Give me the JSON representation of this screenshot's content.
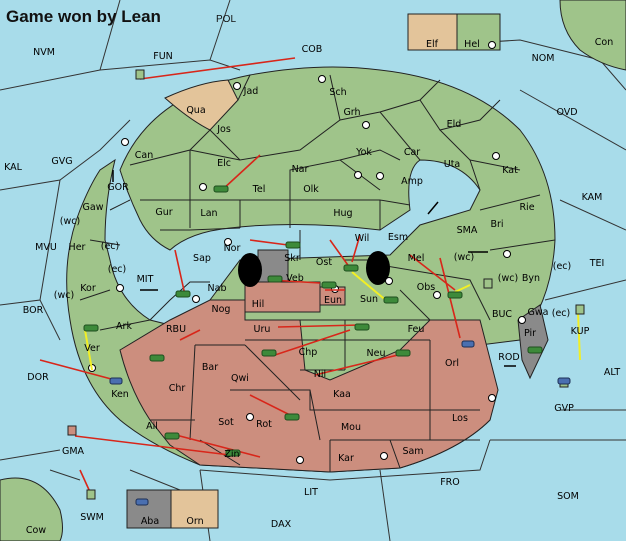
{
  "title": "Game won by Lean",
  "title_suffix": "POL",
  "colors": {
    "sea": "#a8dcea",
    "land_green": "#9fc48a",
    "land_red": "#cc8e7e",
    "land_tan": "#e3c49a",
    "land_grey": "#8a8a8a",
    "order_move": "#d8261a",
    "order_support": "#f2ef24"
  },
  "legend": {
    "elf": "Elf",
    "hel": "Hel",
    "aba": "Aba",
    "orn": "Orn"
  },
  "sea_regions": {
    "nvm": "NVM",
    "fun": "FUN",
    "cob": "COB",
    "nom": "NOM",
    "con": "Con",
    "ovd": "OVD",
    "kal": "KAL",
    "gvg": "GVG",
    "gor": "GOR",
    "kam": "KAM",
    "sma": "SMA",
    "mvu": "MVU",
    "mit": "MIT",
    "tei": "TEI",
    "bor": "BOR",
    "rbu": "RBU",
    "buc": "BUC",
    "kup": "KUP",
    "dor": "DOR",
    "rod": "ROD",
    "alt": "ALT",
    "gvp": "GVP",
    "gma": "GMA",
    "fro": "FRO",
    "som": "SOM",
    "swm": "SWM",
    "lit": "LIT",
    "dax": "DAX",
    "cow": "Cow",
    "wc1": "(wc)",
    "ec1": "(ec)",
    "ec2": "(ec)",
    "wc2": "(wc)",
    "wc3": "(wc)",
    "ec3": "(ec)",
    "wc4": "(wc)",
    "ec4": "(ec)"
  },
  "land_regions": {
    "qua": "Qua",
    "jad": "Jad",
    "sch": "Sch",
    "jos": "Jos",
    "grh": "Grh",
    "eld": "Eld",
    "can": "Can",
    "elc": "Elc",
    "nar": "Nar",
    "yok": "Yok",
    "car": "Car",
    "uta": "Uta",
    "tel": "Tel",
    "olk": "Olk",
    "amp": "Amp",
    "kat": "Kat",
    "gaw": "Gaw",
    "gur": "Gur",
    "lan": "Lan",
    "hug": "Hug",
    "rie": "Rie",
    "bri": "Bri",
    "wil": "Wil",
    "esm": "Esm",
    "her": "Her",
    "nor": "Nor",
    "skr": "Skr",
    "sap": "Sap",
    "ost": "Ost",
    "mel": "Mel",
    "byn": "Byn",
    "veb": "Veb",
    "kor": "Kor",
    "nab": "Nab",
    "eun": "Eun",
    "sun": "Sun",
    "obs": "Obs",
    "hil": "Hil",
    "gwa": "Gwa",
    "ark": "Ark",
    "nog": "Nog",
    "uru": "Uru",
    "feu": "Feu",
    "pir": "Pir",
    "ver": "Ver",
    "chp": "Chp",
    "neu": "Neu",
    "orl": "Orl",
    "bar": "Bar",
    "qwi": "Qwi",
    "nil": "Nil",
    "ken": "Ken",
    "chr": "Chr",
    "kaa": "Kaa",
    "sot": "Sot",
    "rot": "Rot",
    "los": "Los",
    "mou": "Mou",
    "ail": "Ail",
    "zin": "Zin",
    "kar": "Kar",
    "sam": "Sam"
  }
}
